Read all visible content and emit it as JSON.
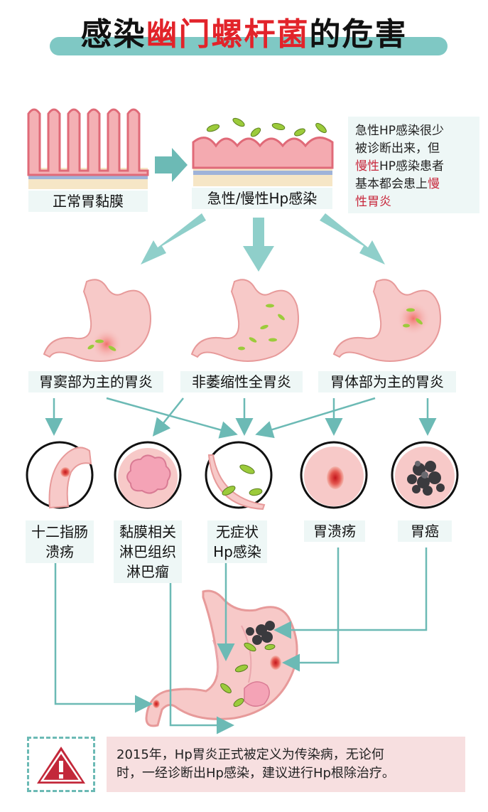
{
  "title": {
    "part1": "感染",
    "part2": "幽门螺杆菌",
    "part3": "的危害"
  },
  "top": {
    "normal_label": "正常胃黏膜",
    "infection_label": "急性/慢性Hp感染",
    "note": {
      "line1": "急性HP感染很少",
      "line2": "被诊断出来，但",
      "line3_red": "慢性",
      "line3_rest": "HP感染患者",
      "line4_plain": "基本都会患上",
      "line4_red": "慢",
      "line5_red": "性胃炎"
    }
  },
  "gastritis": [
    {
      "label": "胃窦部为主的胃炎"
    },
    {
      "label": "非萎缩性全胃炎"
    },
    {
      "label": "胃体部为主的胃炎"
    }
  ],
  "outcomes": [
    {
      "line1": "十二指肠",
      "line2": "溃疡",
      "line3": ""
    },
    {
      "line1": "黏膜相关",
      "line2": "淋巴组织",
      "line3": "淋巴瘤"
    },
    {
      "line1": "无症状",
      "line2": "Hp感染",
      "line3": ""
    },
    {
      "line1": "胃溃疡",
      "line2": "",
      "line3": ""
    },
    {
      "line1": "胃癌",
      "line2": "",
      "line3": ""
    }
  ],
  "warning": {
    "icon": "warning-triangle-icon",
    "line1": "2015年，Hp胃炎正式被定义为传染病，无论何",
    "line2": "时，一经诊断出Hp感染，建议进行Hp根除治疗。"
  },
  "colors": {
    "teal": "#7fc8c4",
    "title_red": "#e2232a",
    "stomach": "#f7c9c8",
    "stomach_outline": "#e79a9a",
    "lesion": "#d9232f",
    "bacteria": "#8cc63f"
  }
}
